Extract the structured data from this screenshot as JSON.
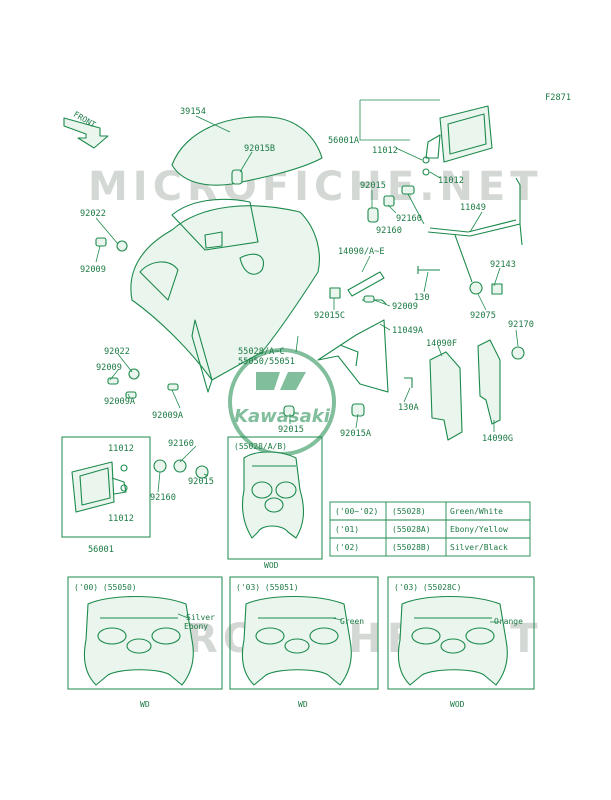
{
  "figure_code": "F2871",
  "front_arrow_label": "FRONT",
  "watermark": "MICROFICHE.NET",
  "logo": {
    "text": "Kawasaki",
    "color": "#1c8a4c"
  },
  "colors": {
    "line": "#1c8a4c",
    "watermark": "#d4d8d4"
  },
  "part_labels": {
    "p39154": "39154",
    "p92015b": "92015B",
    "p56001a": "56001A",
    "p11012_top1": "11012",
    "p11012_top2": "11012",
    "p92015_top": "92015",
    "p92160_top1": "92160",
    "p92160_top2": "92160",
    "p11049": "11049",
    "p92022_top": "92022",
    "p92009_left": "92009",
    "p14090": "14090/A~E",
    "p92143": "92143",
    "p130": "130",
    "p92075": "92075",
    "p92015c": "92015C",
    "p92009_mid": "92009",
    "p11049a": "11049A",
    "p92170": "92170",
    "p55028_a": "55028/A~C",
    "p55050": "55050/55051",
    "p14090f": "14090F",
    "p92022_low": "92022",
    "p92009_low": "92009",
    "p130a": "130A",
    "p92009a_1": "92009A",
    "p92009a_2": "92009A",
    "p92015_mid": "92015",
    "p92015a": "92015A",
    "p14090g": "14090G",
    "p11012_l1": "11012",
    "p11012_l2": "11012",
    "p92160_l1": "92160",
    "p92160_l2": "92160",
    "p92015_l": "92015",
    "p56001": "56001",
    "p55028ab": "(55028/A/B)"
  },
  "color_table": [
    {
      "year": "('00~'02)",
      "part": "(55028)",
      "color": "Green/White"
    },
    {
      "year": "('01)",
      "part": "(55028A)",
      "color": "Ebony/Yellow"
    },
    {
      "year": "('02)",
      "part": "(55028B)",
      "color": "Silver/Black"
    }
  ],
  "variants": {
    "main_caption": "WOD",
    "v1": {
      "header": "('00)  (55050)",
      "color1": "Silver",
      "color2": "Ebony",
      "caption": "WD"
    },
    "v2": {
      "header": "('03)  (55051)",
      "color1": "Green",
      "caption": "WD"
    },
    "v3": {
      "header": "('03)  (55028C)",
      "color1": "Orange",
      "caption": "WOD"
    }
  }
}
